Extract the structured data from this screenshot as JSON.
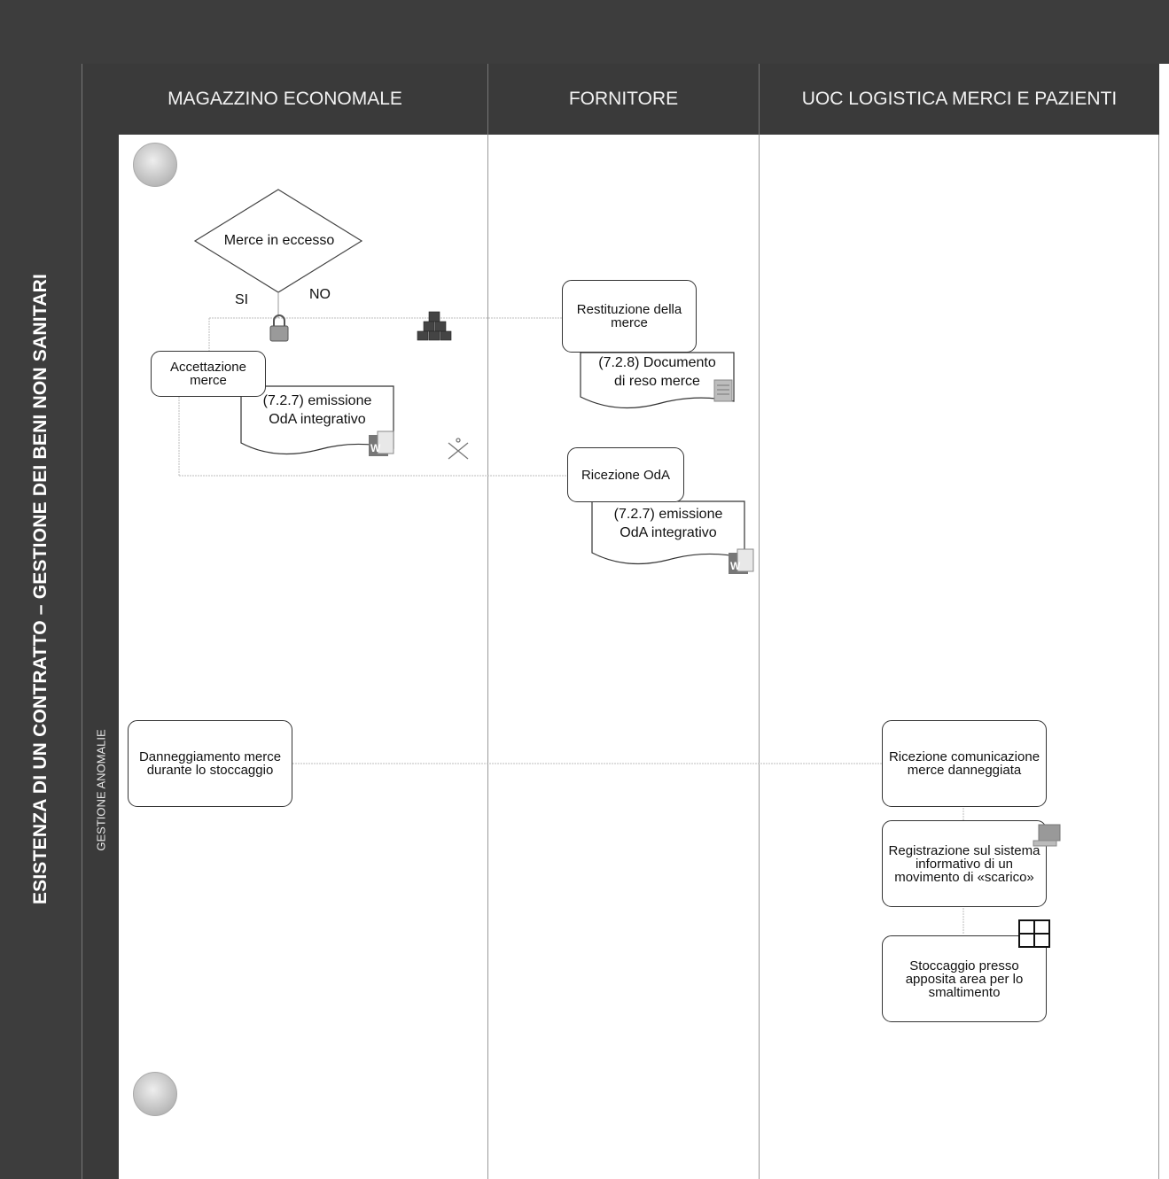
{
  "pool": {
    "title": "ESISTENZA DI UN CONTRATTO – GESTIONE DEI BENI NON SANITARI"
  },
  "lanes": [
    {
      "label": "MAGAZZINO ECONOMALE"
    },
    {
      "label": "FORNITORE"
    },
    {
      "label": "UOC  LOGISTICA MERCI E PAZIENTI"
    }
  ],
  "sub_lane": {
    "label": "GESTIONE ANOMALIE"
  },
  "gateway": {
    "label": "Merce in eccesso",
    "yes": "SI",
    "no": "NO"
  },
  "tasks": {
    "accettazione": "Accettazione merce",
    "restituzione": "Restituzione della merce",
    "ricezione_oda": "Ricezione OdA",
    "danneggiamento": "Danneggiamento merce durante lo stoccaggio",
    "ricezione_comunicazione": "Ricezione comunicazione merce danneggiata",
    "registrazione": "Registrazione sul sistema informativo di un movimento di «scarico»",
    "stoccaggio": "Stoccaggio presso apposita area per lo smaltimento"
  },
  "documents": {
    "oda_integrativo_1": [
      "(7.2.7) emissione",
      "OdA integrativo"
    ],
    "documento_reso": [
      "(7.2.8) Documento",
      "di reso merce"
    ],
    "oda_integrativo_2": [
      "(7.2.7) emissione",
      "OdA integrativo"
    ]
  },
  "icons": [
    "start-event-icon",
    "end-event-icon",
    "lock-icon",
    "boxes-icon",
    "envelope-icon",
    "word-icon",
    "document-icon",
    "computer-icon",
    "grid-icon"
  ]
}
